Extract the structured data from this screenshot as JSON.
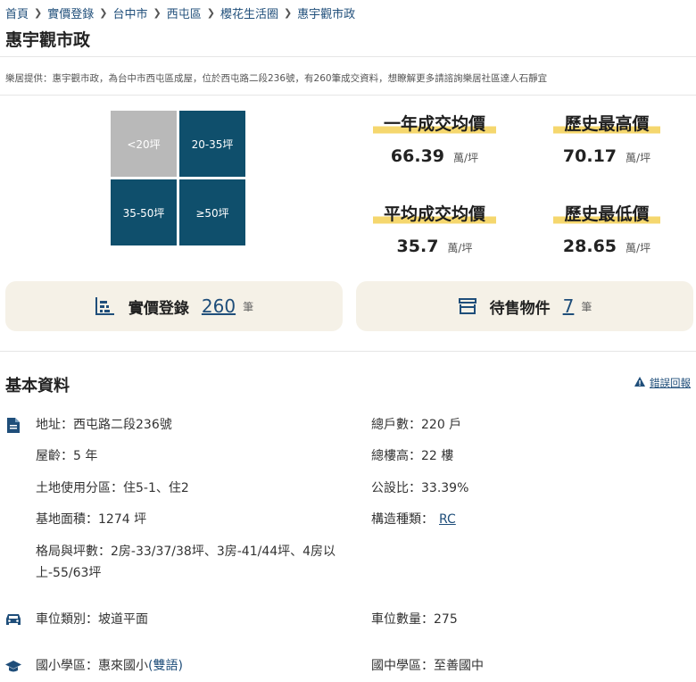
{
  "breadcrumb": [
    "首頁",
    "實價登錄",
    "台中市",
    "西屯區",
    "櫻花生活圈",
    "惠宇觀市政"
  ],
  "page_title": "惠宇觀市政",
  "description": "樂居提供：惠宇觀市政，為台中市西屯區成屋，位於西屯路二段236號，有260筆成交資料，想瞭解更多請諮詢樂居社區達人石靜宜",
  "size_filters": [
    {
      "label": "<20坪",
      "color": "#b9b9b9"
    },
    {
      "label": "20-35坪",
      "color": "#0f4f6c"
    },
    {
      "label": "35-50坪",
      "color": "#0f4f6c"
    },
    {
      "label": "≥50坪",
      "color": "#0f4f6c"
    }
  ],
  "stats": {
    "year_avg": {
      "label": "一年成交均價",
      "value": "66.39",
      "unit": "萬/坪"
    },
    "hist_high": {
      "label": "歷史最高價",
      "value": "70.17",
      "unit": "萬/坪"
    },
    "avg": {
      "label": "平均成交均價",
      "value": "35.7",
      "unit": "萬/坪"
    },
    "hist_low": {
      "label": "歷史最低價",
      "value": "28.65",
      "unit": "萬/坪"
    }
  },
  "cards": {
    "transactions": {
      "label": "實價登錄",
      "count": "260",
      "unit": "筆",
      "icon": "building-chart-icon"
    },
    "listings": {
      "label": "待售物件",
      "count": "7",
      "unit": "筆",
      "icon": "storefront-icon"
    }
  },
  "basic_info": {
    "title": "基本資料",
    "report_label": "錯誤回報",
    "address_label": "地址：",
    "address": "西屯路二段236號",
    "age_label": "屋齡：",
    "age": "5 年",
    "zoning_label": "土地使用分區：",
    "zoning": "住5-1、住2",
    "site_area_label": "基地面積：",
    "site_area": "1274 坪",
    "layout_label": "格局與坪數：",
    "layout": "2房-33/37/38坪、3房-41/44坪、4房以上-55/63坪",
    "households_label": "總戶數：",
    "households": "220 戶",
    "floors_label": "總樓高：",
    "floors": "22 樓",
    "public_ratio_label": "公設比：",
    "public_ratio": "33.39%",
    "structure_label": "構造種類：",
    "structure": "RC",
    "parking_type_label": "車位類別：",
    "parking_type": "坡道平面",
    "parking_count_label": "車位數量：",
    "parking_count": "275",
    "elementary_label": "國小學區：",
    "elementary": "惠來國小",
    "elementary_note": "(雙語)",
    "junior_label": "國中學區：",
    "junior": "至善國中"
  },
  "colors": {
    "accent": "#1f4e7a",
    "tile": "#0f4f6c",
    "highlight": "#f5d76e",
    "card_bg": "#f5f1e7"
  }
}
